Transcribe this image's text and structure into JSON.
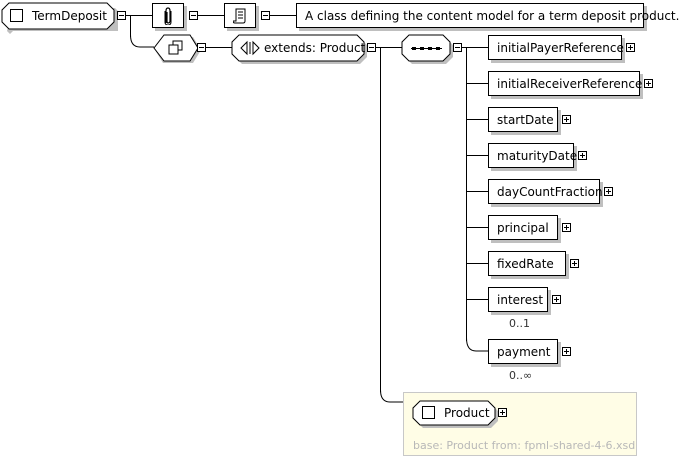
{
  "root": {
    "label": "TermDeposit"
  },
  "annotation": {
    "icon": "annotation-icon",
    "doc_icon": "documentation-icon",
    "text": "A class defining the content model for a term deposit product."
  },
  "complex_content": {
    "icon": "complex-content-icon"
  },
  "extension": {
    "label": "extends: Product"
  },
  "sequence": {
    "icon": "sequence-icon"
  },
  "elements": [
    {
      "label": "initialPayerReference",
      "occurs": ""
    },
    {
      "label": "initialReceiverReference",
      "occurs": ""
    },
    {
      "label": "startDate",
      "occurs": ""
    },
    {
      "label": "maturityDate",
      "occurs": ""
    },
    {
      "label": "dayCountFraction",
      "occurs": ""
    },
    {
      "label": "principal",
      "occurs": ""
    },
    {
      "label": "fixedRate",
      "occurs": ""
    },
    {
      "label": "interest",
      "occurs": "0..1"
    },
    {
      "label": "payment",
      "occurs": "0..∞"
    }
  ],
  "base": {
    "label": "Product",
    "caption": "base: Product from: fpml-shared-4-6.xsd"
  }
}
